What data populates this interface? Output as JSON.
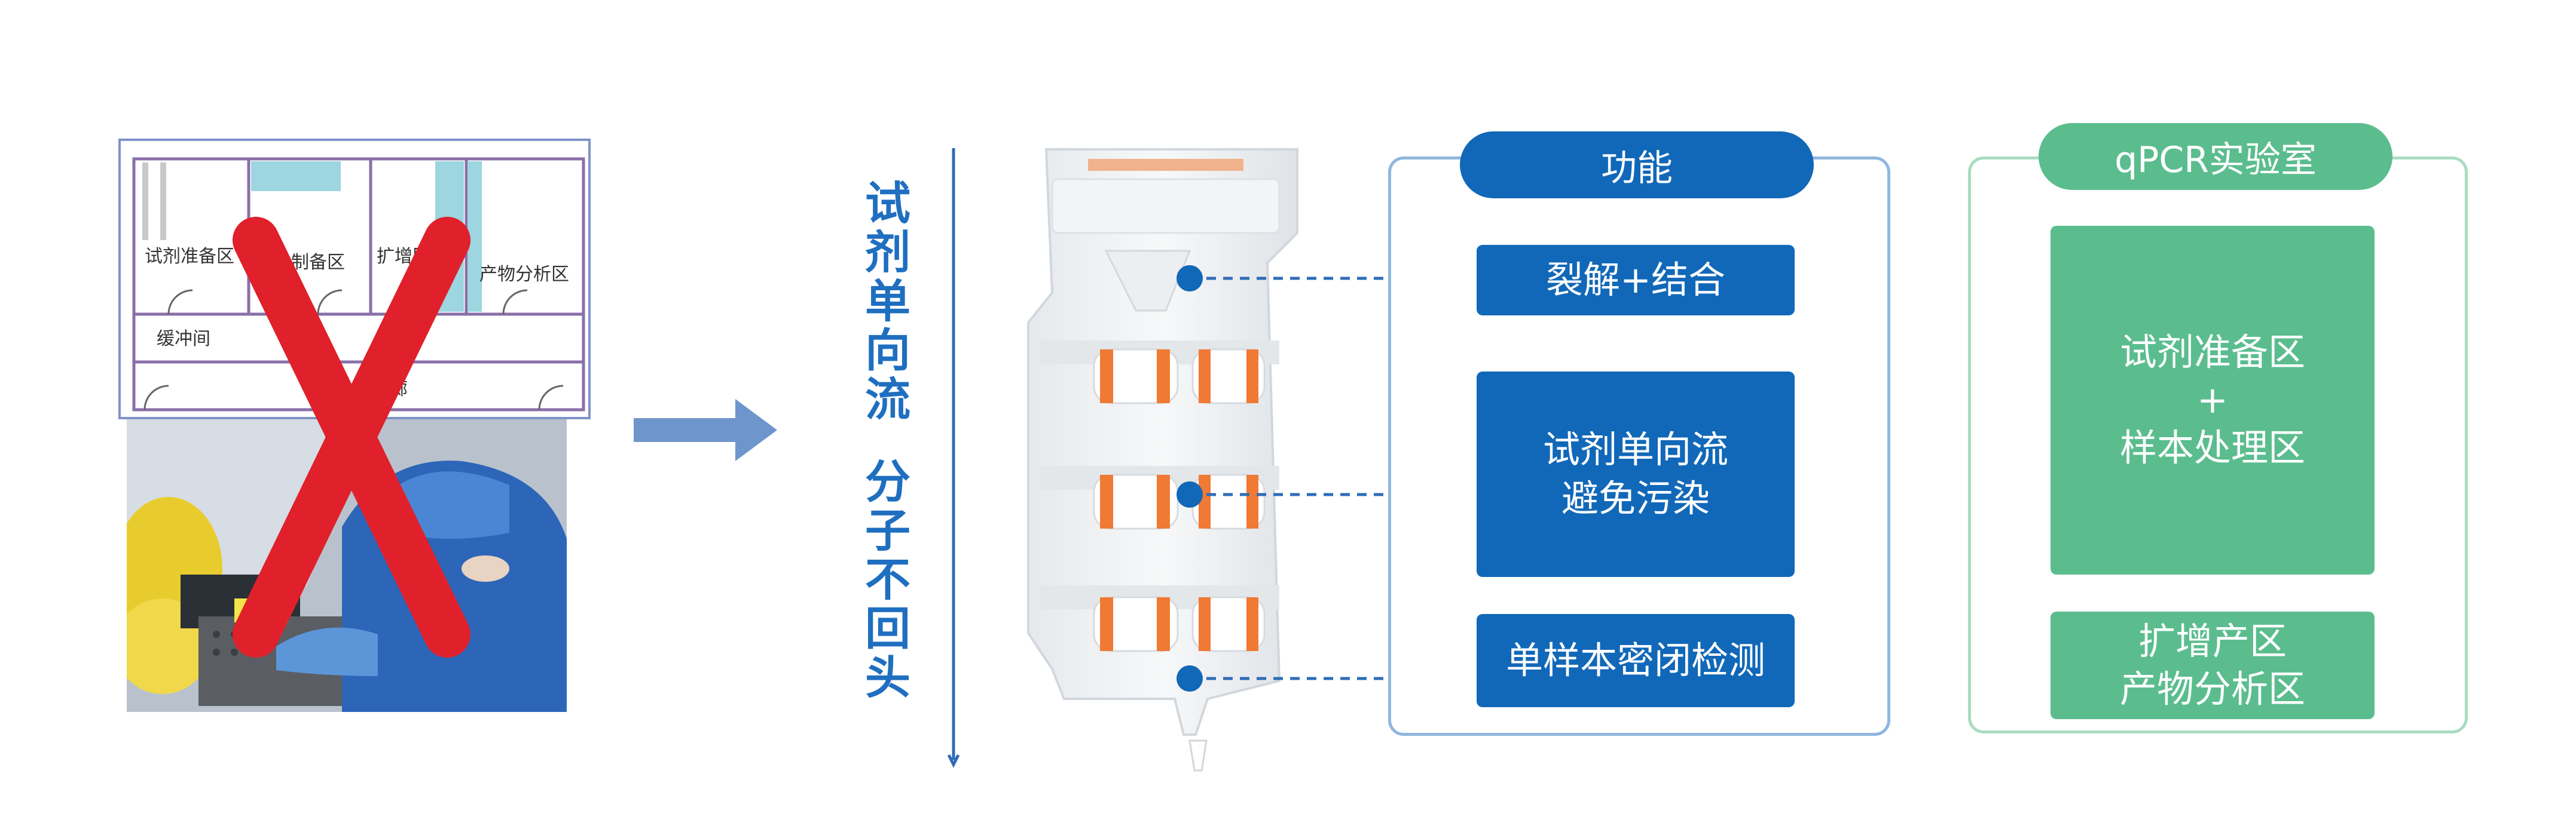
{
  "floor_plan": {
    "rooms": [
      "试剂准备区",
      "样品制备区",
      "扩增区",
      "产物分析区"
    ],
    "buffer": "缓冲间",
    "corridor": "走廊"
  },
  "vertical_text": {
    "line1": [
      "试",
      "剂",
      "单",
      "向",
      "流"
    ],
    "line2": [
      "分",
      "子",
      "不",
      "回",
      "头"
    ]
  },
  "functions": {
    "title": "功能",
    "items": [
      [
        "裂解+结合"
      ],
      [
        "试剂单向流",
        "避免污染"
      ],
      [
        "单样本密闭检测"
      ]
    ]
  },
  "qpcr": {
    "title": "qPCR实验室",
    "box1": [
      "试剂准备区",
      "+",
      "样本处理区"
    ],
    "box2": [
      "扩增产区",
      "产物分析区"
    ]
  },
  "colors": {
    "primary_blue": "#1168b8",
    "green": "#5bbd8e",
    "cross_red": "#e0202a",
    "text_blue": "#1f6fc0"
  }
}
